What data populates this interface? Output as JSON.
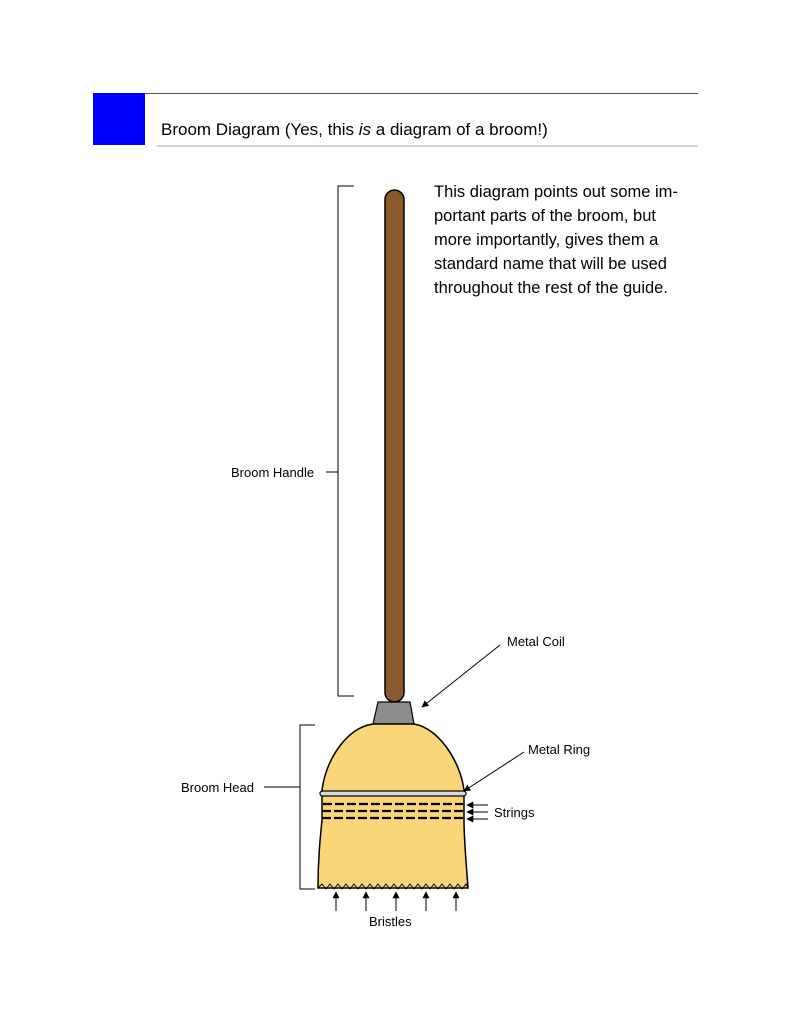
{
  "header": {
    "title_before": "Broom Diagram (Yes, this ",
    "title_emphasis": "is",
    "title_after": " a diagram of a broom!)",
    "accent_color": "#0000ff"
  },
  "description": {
    "lines": [
      "This diagram points out some im-",
      "portant parts of the broom, but",
      "more importantly, gives them a",
      "standard name that will be used",
      "throughout the rest of the guide."
    ]
  },
  "labels": {
    "handle": "Broom Handle",
    "coil": "Metal Coil",
    "ring": "Metal Ring",
    "head": "Broom Head",
    "strings": "Strings",
    "bristles": "Bristles"
  },
  "colors": {
    "handle": "#8b5a2b",
    "coil": "#8c8c8c",
    "head": "#fbd679",
    "ring": "#d9d9d9"
  }
}
